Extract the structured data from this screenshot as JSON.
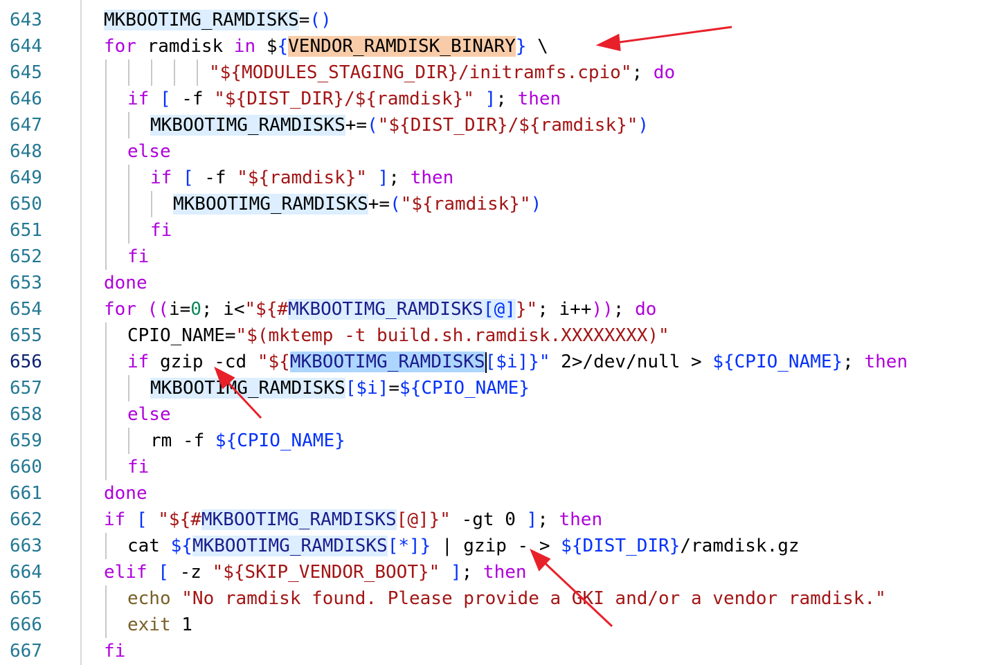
{
  "gutter": {
    "line_numbers": [
      "643",
      "644",
      "645",
      "646",
      "647",
      "648",
      "649",
      "650",
      "651",
      "652",
      "653",
      "654",
      "655",
      "656",
      "657",
      "658",
      "659",
      "660",
      "661",
      "662",
      "663",
      "664",
      "665",
      "666",
      "667"
    ],
    "current_line": "656"
  },
  "code": {
    "l643": [
      "MKBOOTIMG_RAMDISKS",
      "=",
      "()"
    ],
    "l644": [
      "for",
      " ramdisk ",
      "in",
      " $",
      "{",
      "VENDOR_RAMDISK_BINARY",
      "}",
      " \\"
    ],
    "l645": [
      "\"${MODULES_STAGING_DIR}/initramfs.cpio\"",
      "; ",
      "do"
    ],
    "l646": [
      "if",
      " ",
      "[",
      " -f ",
      "\"${DIST_DIR}/${ramdisk}\"",
      " ",
      "]",
      "; ",
      "then"
    ],
    "l647": [
      "MKBOOTIMG_RAMDISKS",
      "+=",
      "(",
      "\"${DIST_DIR}/${ramdisk}\"",
      ")"
    ],
    "l648": [
      "else"
    ],
    "l649": [
      "if",
      " ",
      "[",
      " -f ",
      "\"${ramdisk}\"",
      " ",
      "]",
      "; ",
      "then"
    ],
    "l650": [
      "MKBOOTIMG_RAMDISKS",
      "+=",
      "(",
      "\"${ramdisk}\"",
      ")"
    ],
    "l651": [
      "fi"
    ],
    "l652": [
      "fi"
    ],
    "l653": [
      "done"
    ],
    "l654": [
      "for",
      " ",
      "((",
      "i=",
      "0",
      "; i<",
      "\"${#",
      "MKBOOTIMG_RAMDISKS",
      "[@]",
      "}\"",
      "; i++",
      "))",
      "; ",
      "do"
    ],
    "l655": [
      "CPIO_NAME=",
      "\"$(mktemp -t build.sh.ramdisk.XXXXXXXX)\""
    ],
    "l656": [
      "if",
      " gzip -cd ",
      "\"${",
      "MKBOOTIMG_RAMDISKS",
      "[$i]}\"",
      " 2>/dev/null > ",
      "${CPIO_NAME}",
      "; ",
      "then"
    ],
    "l657": [
      "MKBOOTIMG_RAMDISKS",
      "[$i]",
      "=",
      "${CPIO_NAME}"
    ],
    "l658": [
      "else"
    ],
    "l659": [
      "rm -f ",
      "${CPIO_NAME}"
    ],
    "l660": [
      "fi"
    ],
    "l661": [
      "done"
    ],
    "l662": [
      "if",
      " ",
      "[",
      " ",
      "\"${#",
      "MKBOOTIMG_RAMDISKS",
      "[@]}\"",
      " -gt 0 ",
      "]",
      "; ",
      "then"
    ],
    "l663": [
      "cat ",
      "${",
      "MKBOOTIMG_RAMDISKS",
      "[*]",
      "}",
      " | gzip - > ",
      "${DIST_DIR}",
      "/ramdisk.gz"
    ],
    "l664": [
      "elif",
      " ",
      "[",
      " -z ",
      "\"${SKIP_VENDOR_BOOT}\"",
      " ",
      "]",
      "; ",
      "then"
    ],
    "l665": [
      "echo",
      " ",
      "\"No ramdisk found. Please provide a GKI and/or a vendor ramdisk.\""
    ],
    "l666": [
      "exit",
      " ",
      "1"
    ],
    "l667": [
      "fi"
    ]
  },
  "colors": {
    "keyword": "#af00db",
    "bracket": "#0431fa",
    "string": "#a31515",
    "line_number": "#237893",
    "highlight": "#dceeff",
    "highlight_selected": "#add6ff",
    "highlight_orange": "#f8cca8",
    "annotation_arrow": "#e8202a"
  }
}
